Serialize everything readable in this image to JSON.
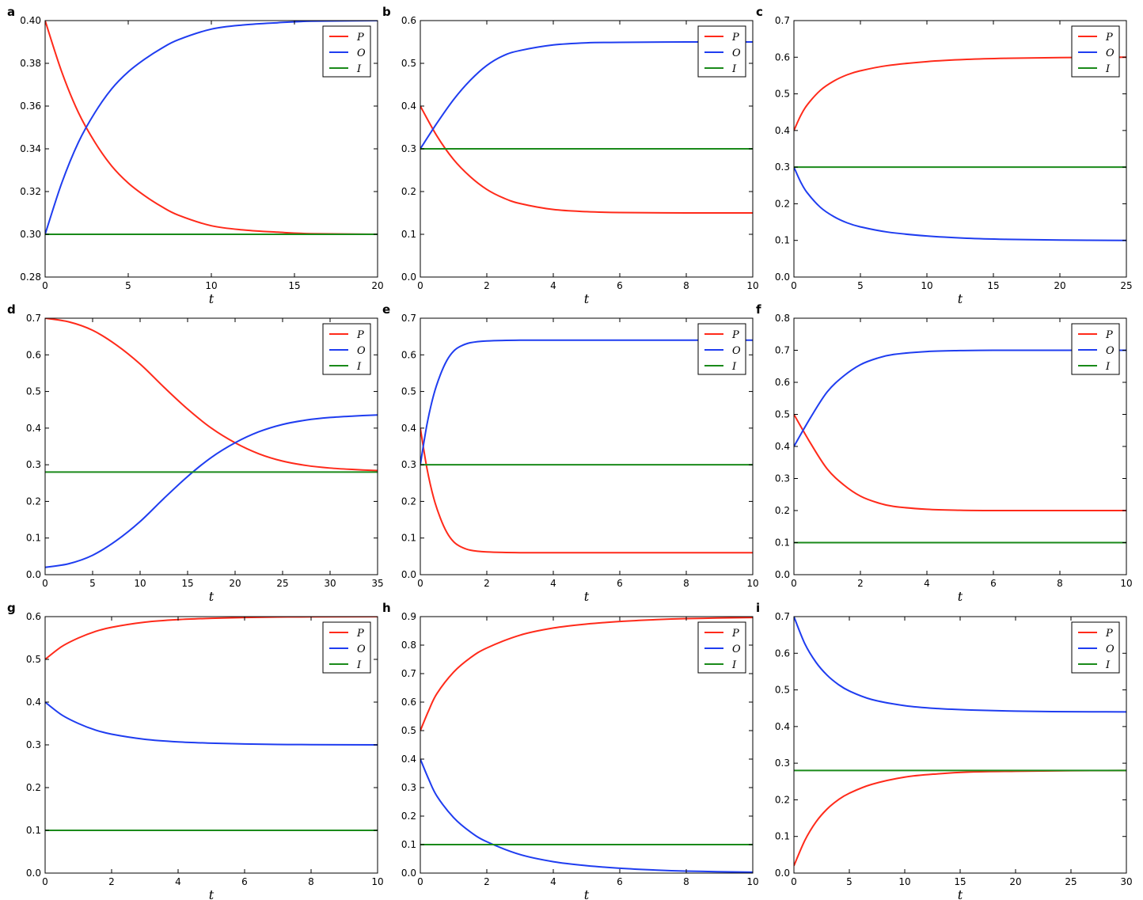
{
  "colors": {
    "P": "#ff2a1a",
    "O": "#1f3df0",
    "I": "#1a8a1a"
  },
  "chart_data": [
    {
      "panel": "a",
      "type": "line",
      "xlabel": "t",
      "xlim": [
        0,
        20
      ],
      "ylim": [
        0.28,
        0.4
      ],
      "xticks": [
        "0",
        "5",
        "10",
        "15",
        "20"
      ],
      "yticks": [
        "0.28",
        "0.30",
        "0.32",
        "0.34",
        "0.36",
        "0.38",
        "0.40"
      ],
      "legend": "top-right",
      "series": [
        {
          "name": "P",
          "x": [
            0,
            1,
            2,
            3,
            4,
            5,
            6,
            7,
            8,
            10,
            12,
            14,
            16,
            20
          ],
          "y": [
            0.4,
            0.376,
            0.357,
            0.343,
            0.332,
            0.324,
            0.318,
            0.313,
            0.309,
            0.304,
            0.302,
            0.301,
            0.3003,
            0.3
          ]
        },
        {
          "name": "O",
          "x": [
            0,
            1,
            2,
            3,
            4,
            5,
            6,
            7,
            8,
            10,
            12,
            14,
            16,
            20
          ],
          "y": [
            0.3,
            0.324,
            0.343,
            0.357,
            0.368,
            0.376,
            0.382,
            0.387,
            0.391,
            0.396,
            0.398,
            0.399,
            0.3997,
            0.4
          ]
        },
        {
          "name": "I",
          "x": [
            0,
            20
          ],
          "y": [
            0.3,
            0.3
          ]
        }
      ]
    },
    {
      "panel": "b",
      "type": "line",
      "xlabel": "t",
      "xlim": [
        0,
        10
      ],
      "ylim": [
        0.0,
        0.6
      ],
      "xticks": [
        "0",
        "2",
        "4",
        "6",
        "8",
        "10"
      ],
      "yticks": [
        "0.0",
        "0.1",
        "0.2",
        "0.3",
        "0.4",
        "0.5",
        "0.6"
      ],
      "legend": "top-right",
      "series": [
        {
          "name": "P",
          "x": [
            0,
            0.5,
            1,
            1.5,
            2,
            2.5,
            3,
            4,
            5,
            6,
            8,
            10
          ],
          "y": [
            0.4,
            0.33,
            0.275,
            0.235,
            0.205,
            0.185,
            0.172,
            0.158,
            0.153,
            0.151,
            0.15,
            0.15
          ]
        },
        {
          "name": "O",
          "x": [
            0,
            0.5,
            1,
            1.5,
            2,
            2.5,
            3,
            4,
            5,
            6,
            8,
            10
          ],
          "y": [
            0.3,
            0.36,
            0.415,
            0.46,
            0.495,
            0.518,
            0.53,
            0.543,
            0.548,
            0.549,
            0.55,
            0.55
          ]
        },
        {
          "name": "I",
          "x": [
            0,
            10
          ],
          "y": [
            0.3,
            0.3
          ]
        }
      ]
    },
    {
      "panel": "c",
      "type": "line",
      "xlabel": "t",
      "xlim": [
        0,
        25
      ],
      "ylim": [
        0.0,
        0.7
      ],
      "xticks": [
        "0",
        "5",
        "10",
        "15",
        "20",
        "25"
      ],
      "yticks": [
        "0.0",
        "0.1",
        "0.2",
        "0.3",
        "0.4",
        "0.5",
        "0.6",
        "0.7"
      ],
      "legend": "top-right",
      "series": [
        {
          "name": "P",
          "x": [
            0,
            0.5,
            1,
            2,
            3,
            4,
            5,
            7,
            10,
            13,
            16,
            20,
            25
          ],
          "y": [
            0.4,
            0.44,
            0.47,
            0.51,
            0.535,
            0.552,
            0.563,
            0.577,
            0.588,
            0.594,
            0.597,
            0.599,
            0.6
          ]
        },
        {
          "name": "O",
          "x": [
            0,
            0.5,
            1,
            2,
            3,
            4,
            5,
            7,
            10,
            13,
            16,
            20,
            25
          ],
          "y": [
            0.3,
            0.26,
            0.23,
            0.19,
            0.165,
            0.148,
            0.137,
            0.123,
            0.112,
            0.106,
            0.103,
            0.101,
            0.1
          ]
        },
        {
          "name": "I",
          "x": [
            0,
            25
          ],
          "y": [
            0.3,
            0.3
          ]
        }
      ]
    },
    {
      "panel": "d",
      "type": "line",
      "xlabel": "t",
      "xlim": [
        0,
        35
      ],
      "ylim": [
        0.0,
        0.7
      ],
      "xticks": [
        "0",
        "5",
        "10",
        "15",
        "20",
        "25",
        "30",
        "35"
      ],
      "yticks": [
        "0.0",
        "0.1",
        "0.2",
        "0.3",
        "0.4",
        "0.5",
        "0.6",
        "0.7"
      ],
      "legend": "top-right",
      "series": [
        {
          "name": "P",
          "x": [
            0,
            2.5,
            5,
            7.5,
            10,
            12.5,
            15,
            17.5,
            20,
            22.5,
            25,
            27.5,
            30,
            32.5,
            35
          ],
          "y": [
            0.7,
            0.69,
            0.667,
            0.627,
            0.575,
            0.512,
            0.452,
            0.4,
            0.36,
            0.33,
            0.31,
            0.298,
            0.291,
            0.287,
            0.284
          ]
        },
        {
          "name": "O",
          "x": [
            0,
            2.5,
            5,
            7.5,
            10,
            12.5,
            15,
            17.5,
            20,
            22.5,
            25,
            27.5,
            30,
            32.5,
            35
          ],
          "y": [
            0.02,
            0.03,
            0.053,
            0.093,
            0.145,
            0.208,
            0.268,
            0.32,
            0.36,
            0.39,
            0.41,
            0.422,
            0.429,
            0.433,
            0.436
          ]
        },
        {
          "name": "I",
          "x": [
            0,
            35
          ],
          "y": [
            0.28,
            0.28
          ]
        }
      ]
    },
    {
      "panel": "e",
      "type": "line",
      "xlabel": "t",
      "xlim": [
        0,
        10
      ],
      "ylim": [
        0.0,
        0.7
      ],
      "xticks": [
        "0",
        "2",
        "4",
        "6",
        "8",
        "10"
      ],
      "yticks": [
        "0.0",
        "0.1",
        "0.2",
        "0.3",
        "0.4",
        "0.5",
        "0.6",
        "0.7"
      ],
      "legend": "top-right",
      "series": [
        {
          "name": "P",
          "x": [
            0,
            0.2,
            0.4,
            0.6,
            0.8,
            1.0,
            1.2,
            1.5,
            2.0,
            3,
            4,
            6,
            10
          ],
          "y": [
            0.4,
            0.29,
            0.21,
            0.155,
            0.115,
            0.09,
            0.077,
            0.067,
            0.062,
            0.06,
            0.06,
            0.06,
            0.06
          ]
        },
        {
          "name": "O",
          "x": [
            0,
            0.2,
            0.4,
            0.6,
            0.8,
            1.0,
            1.2,
            1.5,
            2.0,
            3,
            4,
            6,
            10
          ],
          "y": [
            0.3,
            0.41,
            0.49,
            0.545,
            0.585,
            0.61,
            0.623,
            0.633,
            0.638,
            0.64,
            0.64,
            0.64,
            0.64
          ]
        },
        {
          "name": "I",
          "x": [
            0,
            10
          ],
          "y": [
            0.3,
            0.3
          ]
        }
      ]
    },
    {
      "panel": "f",
      "type": "line",
      "xlabel": "t",
      "xlim": [
        0,
        10
      ],
      "ylim": [
        0.0,
        0.8
      ],
      "xticks": [
        "0",
        "2",
        "4",
        "6",
        "8",
        "10"
      ],
      "yticks": [
        "0.0",
        "0.1",
        "0.2",
        "0.3",
        "0.4",
        "0.5",
        "0.6",
        "0.7",
        "0.8"
      ],
      "legend": "top-right",
      "series": [
        {
          "name": "P",
          "x": [
            0,
            0.5,
            1,
            1.5,
            2,
            2.5,
            3,
            4,
            5,
            6,
            8,
            10
          ],
          "y": [
            0.5,
            0.41,
            0.33,
            0.28,
            0.245,
            0.225,
            0.213,
            0.204,
            0.201,
            0.2,
            0.2,
            0.2
          ]
        },
        {
          "name": "O",
          "x": [
            0,
            0.5,
            1,
            1.5,
            2,
            2.5,
            3,
            4,
            5,
            6,
            8,
            10
          ],
          "y": [
            0.4,
            0.49,
            0.57,
            0.62,
            0.655,
            0.675,
            0.687,
            0.696,
            0.699,
            0.7,
            0.7,
            0.7
          ]
        },
        {
          "name": "I",
          "x": [
            0,
            10
          ],
          "y": [
            0.1,
            0.1
          ]
        }
      ]
    },
    {
      "panel": "g",
      "type": "line",
      "xlabel": "t",
      "xlim": [
        0,
        10
      ],
      "ylim": [
        0.0,
        0.6
      ],
      "xticks": [
        "0",
        "2",
        "4",
        "6",
        "8",
        "10"
      ],
      "yticks": [
        "0.0",
        "0.1",
        "0.2",
        "0.3",
        "0.4",
        "0.5",
        "0.6"
      ],
      "legend": "top-right",
      "series": [
        {
          "name": "P",
          "x": [
            0,
            0.5,
            1,
            1.5,
            2,
            3,
            4,
            5,
            6,
            7,
            8,
            10
          ],
          "y": [
            0.5,
            0.53,
            0.55,
            0.565,
            0.575,
            0.587,
            0.593,
            0.596,
            0.598,
            0.599,
            0.5995,
            0.6
          ]
        },
        {
          "name": "O",
          "x": [
            0,
            0.5,
            1,
            1.5,
            2,
            3,
            4,
            5,
            6,
            7,
            8,
            10
          ],
          "y": [
            0.4,
            0.37,
            0.35,
            0.335,
            0.325,
            0.313,
            0.307,
            0.304,
            0.302,
            0.301,
            0.3005,
            0.3
          ]
        },
        {
          "name": "I",
          "x": [
            0,
            10
          ],
          "y": [
            0.1,
            0.1
          ]
        }
      ]
    },
    {
      "panel": "h",
      "type": "line",
      "xlabel": "t",
      "xlim": [
        0,
        10
      ],
      "ylim": [
        0.0,
        0.9
      ],
      "xticks": [
        "0",
        "2",
        "4",
        "6",
        "8",
        "10"
      ],
      "yticks": [
        "0.0",
        "0.1",
        "0.2",
        "0.3",
        "0.4",
        "0.5",
        "0.6",
        "0.7",
        "0.8",
        "0.9"
      ],
      "legend": "top-right",
      "series": [
        {
          "name": "P",
          "x": [
            0,
            0.25,
            0.5,
            1,
            1.5,
            2,
            3,
            4,
            5,
            6,
            7,
            8,
            10
          ],
          "y": [
            0.5,
            0.57,
            0.63,
            0.705,
            0.755,
            0.79,
            0.835,
            0.86,
            0.874,
            0.883,
            0.889,
            0.893,
            0.897
          ]
        },
        {
          "name": "O",
          "x": [
            0,
            0.25,
            0.5,
            1,
            1.5,
            2,
            3,
            4,
            5,
            6,
            7,
            8,
            10
          ],
          "y": [
            0.4,
            0.33,
            0.27,
            0.195,
            0.145,
            0.11,
            0.065,
            0.04,
            0.026,
            0.017,
            0.011,
            0.007,
            0.003
          ]
        },
        {
          "name": "I",
          "x": [
            0,
            10
          ],
          "y": [
            0.1,
            0.1
          ]
        }
      ]
    },
    {
      "panel": "i",
      "type": "line",
      "xlabel": "t",
      "xlim": [
        0,
        30
      ],
      "ylim": [
        0.0,
        0.7
      ],
      "xticks": [
        "0",
        "5",
        "10",
        "15",
        "20",
        "25",
        "30"
      ],
      "yticks": [
        "0.0",
        "0.1",
        "0.2",
        "0.3",
        "0.4",
        "0.5",
        "0.6",
        "0.7"
      ],
      "legend": "top-right",
      "series": [
        {
          "name": "P",
          "x": [
            0,
            1,
            2,
            3,
            4,
            5,
            7,
            10,
            13,
            16,
            20,
            25,
            30
          ],
          "y": [
            0.02,
            0.09,
            0.14,
            0.175,
            0.2,
            0.218,
            0.242,
            0.262,
            0.271,
            0.276,
            0.278,
            0.2795,
            0.28
          ]
        },
        {
          "name": "O",
          "x": [
            0,
            1,
            2,
            3,
            4,
            5,
            7,
            10,
            13,
            16,
            20,
            25,
            30
          ],
          "y": [
            0.7,
            0.625,
            0.575,
            0.54,
            0.515,
            0.497,
            0.474,
            0.457,
            0.449,
            0.445,
            0.442,
            0.4405,
            0.44
          ]
        },
        {
          "name": "I",
          "x": [
            0,
            30
          ],
          "y": [
            0.28,
            0.28
          ]
        }
      ]
    }
  ]
}
